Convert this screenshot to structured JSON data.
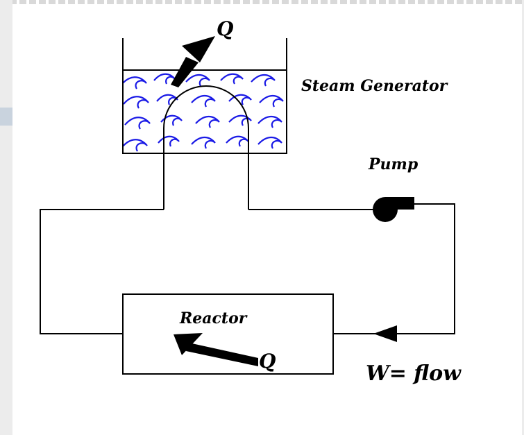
{
  "labels": {
    "steam_generator": "Steam Generator",
    "pump": "Pump",
    "reactor": "Reactor",
    "heat_out": "Q",
    "heat_in": "Q",
    "flow": "W= flow"
  },
  "colors": {
    "water": "#1a1ae6",
    "line": "#000000",
    "frame": "#ececec"
  }
}
